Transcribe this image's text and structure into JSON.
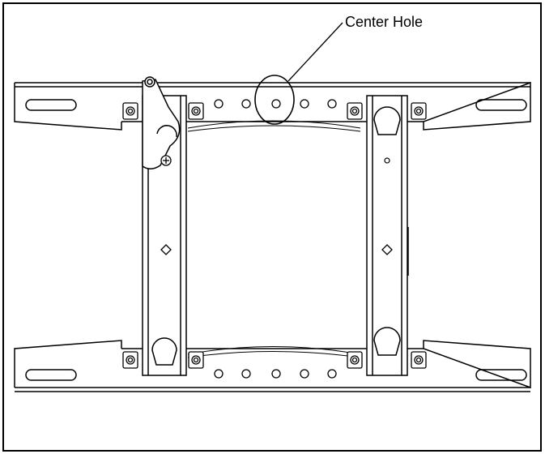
{
  "figure": {
    "callout_label": "Center Hole"
  },
  "colors": {
    "stroke": "#000000",
    "background": "#ffffff",
    "frame": "#000000"
  },
  "icons": {
    "hole_marker": "circle-outline",
    "diamond_marker": "diamond-outline",
    "fastener": "hex-nut",
    "screw": "phillips-screw",
    "latch": "spring-latch"
  }
}
